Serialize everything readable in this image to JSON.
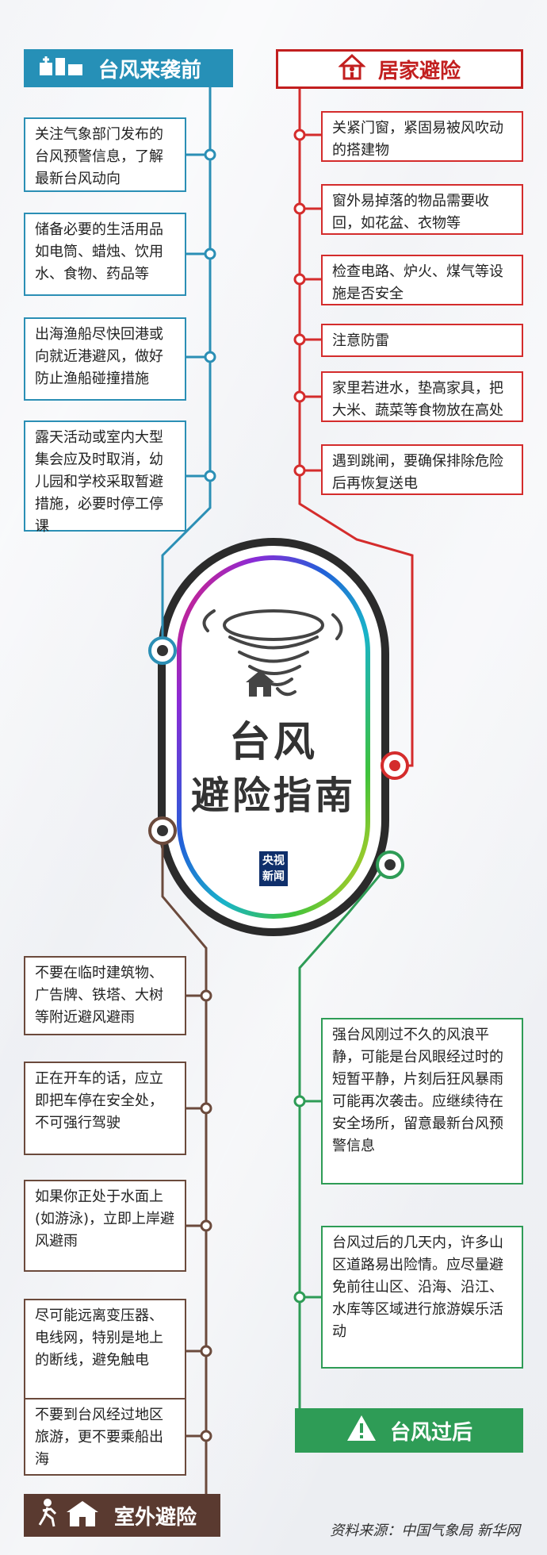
{
  "title": {
    "line1": "台风",
    "line2": "避险指南"
  },
  "logo": {
    "line1": "央视",
    "line2": "新闻"
  },
  "sections": {
    "before": {
      "header": "台风来袭前",
      "color": "#2690b7",
      "items": [
        "关注气象部门发布的台风预警信息，了解最新台风动向",
        "储备必要的生活用品如电筒、蜡烛、饮用水、食物、药品等",
        "出海渔船尽快回港或向就近港避风，做好防止渔船碰撞措施",
        "露天活动或室内大型集会应及时取消，幼儿园和学校采取暂避措施，必要时停工停课"
      ]
    },
    "home": {
      "header": "居家避险",
      "color": "#c21f1f",
      "items": [
        "关紧门窗，紧固易被风吹动的搭建物",
        "窗外易掉落的物品需要收回，如花盆、衣物等",
        "检查电路、炉火、煤气等设施是否安全",
        "注意防雷",
        "家里若进水，垫高家具，把大米、蔬菜等食物放在高处",
        "遇到跳闸，要确保排除危险后再恢复送电"
      ]
    },
    "outdoor": {
      "header": "室外避险",
      "color": "#5a3a30",
      "items": [
        "不要在临时建筑物、广告牌、铁塔、大树等附近避风避雨",
        "正在开车的话，应立即把车停在安全处，不可强行驾驶",
        "如果你正处于水面上(如游泳)，立即上岸避风避雨",
        "尽可能远离变压器、电线网，特别是地上的断线，避免触电",
        "不要到台风经过地区旅游，更不要乘船出海"
      ]
    },
    "after": {
      "header": "台风过后",
      "color": "#2e9c56",
      "items": [
        "强台风刚过不久的风浪平静，可能是台风眼经过时的短暂平静，片刻后狂风暴雨可能再次袭击。应继续待在安全场所，留意最新台风预警信息",
        "台风过后的几天内，许多山区道路易出险情。应尽量避免前往山区、沿海、沿江、水库等区域进行旅游娱乐活动"
      ]
    }
  },
  "source": "资料来源：中国气象局 新华网"
}
